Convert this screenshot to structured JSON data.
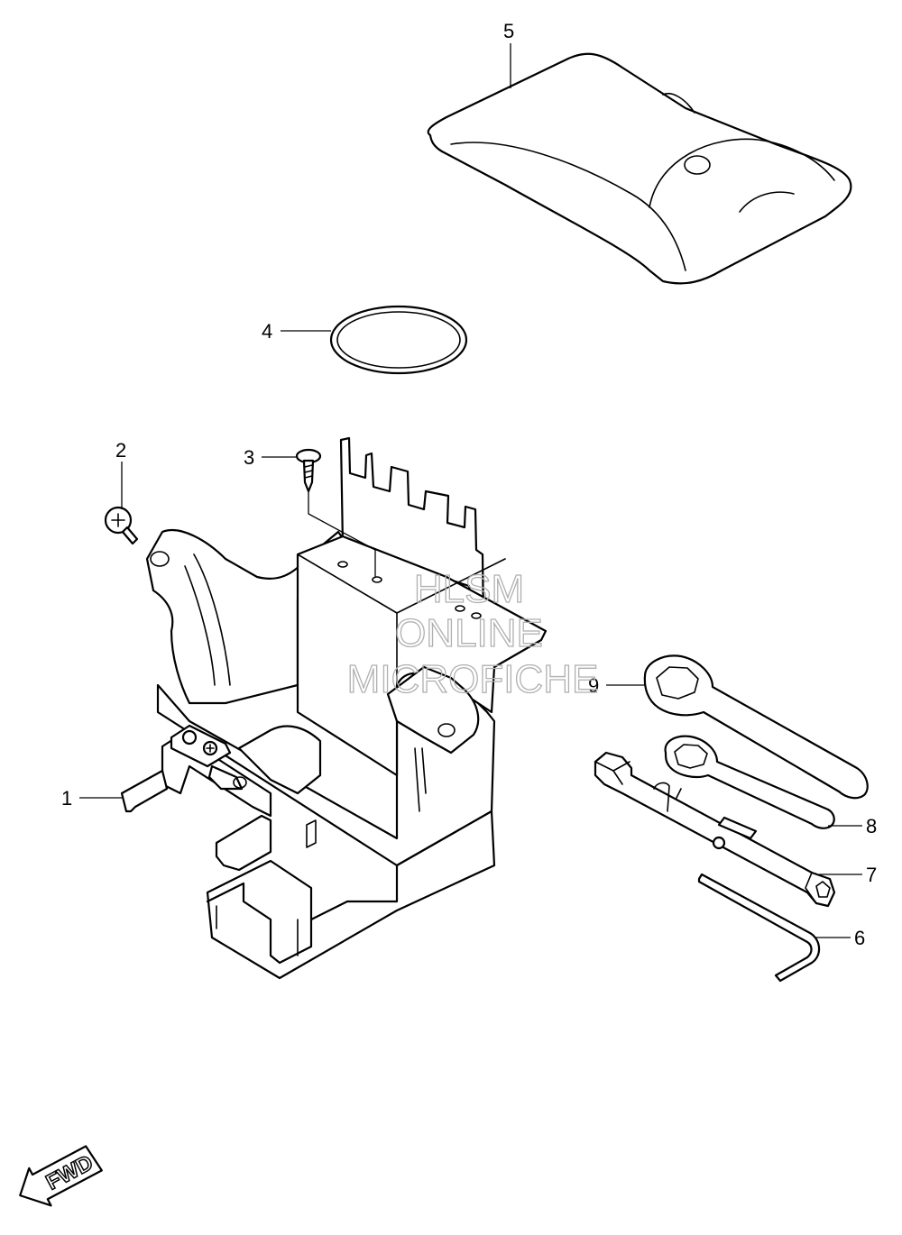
{
  "callouts": {
    "c1": "1",
    "c2": "2",
    "c3": "3",
    "c4": "4",
    "c5": "5",
    "c6": "6",
    "c7": "7",
    "c8": "8",
    "c9": "9"
  },
  "watermark": {
    "line1": "HLSM",
    "line2": "ONLINE",
    "line3": "MICROFICHE"
  },
  "fwd_label": "FWD",
  "colors": {
    "line": "#000000",
    "watermark": "#b0b0b0",
    "background": "#ffffff"
  }
}
